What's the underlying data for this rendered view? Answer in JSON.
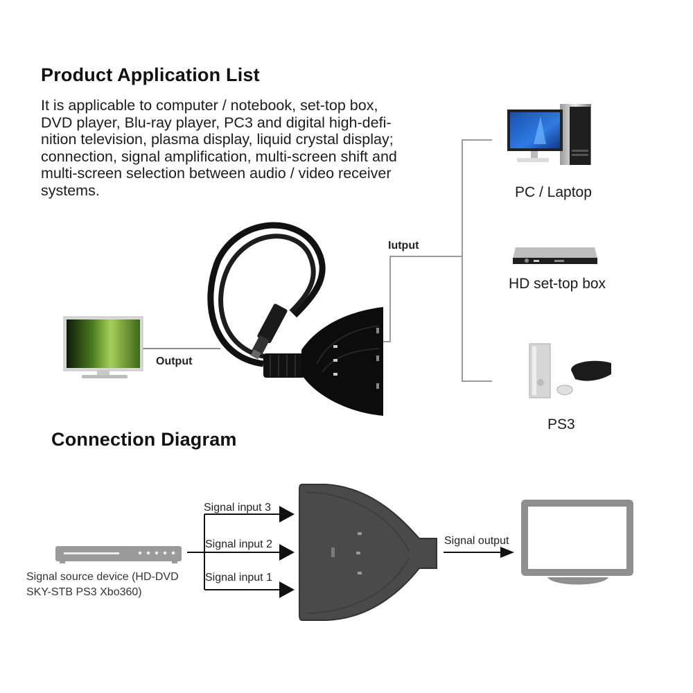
{
  "sections": {
    "application": {
      "title": "Product Application List",
      "description": "It is applicable to computer / notebook, set-top box,\nDVD player, Blu-ray player, PC3 and digital high-defi-\nnition television, plasma display, liquid crystal display;\nconnection, signal amplification, multi-screen shift and\nmulti-screen selection between audio / video receiver\nsystems."
    },
    "connection": {
      "title": "Connection Diagram"
    }
  },
  "photo_diagram": {
    "output_label": "Output",
    "input_label": "Iutput",
    "devices": [
      {
        "label": "PC / Laptop",
        "icon": "desktop-computer-icon"
      },
      {
        "label": "HD set-top box",
        "icon": "set-top-box-icon"
      },
      {
        "label": "PS3",
        "icon": "game-console-icon"
      }
    ],
    "display_icon": "tv-icon",
    "switch_icon": "hdmi-switch-icon"
  },
  "schematic": {
    "source_label": "Signal source device (HD-DVD\nSKY-STB PS3 Xbo360)",
    "inputs": [
      "Signal input 3",
      "Signal input 2",
      "Signal input 1"
    ],
    "output_label": "Signal output"
  },
  "colors": {
    "line_gray": "#8a8a8a",
    "switch_dark": "#4a4a4a",
    "icon_gray": "#8f8f8f",
    "text": "#1a1a1a"
  }
}
